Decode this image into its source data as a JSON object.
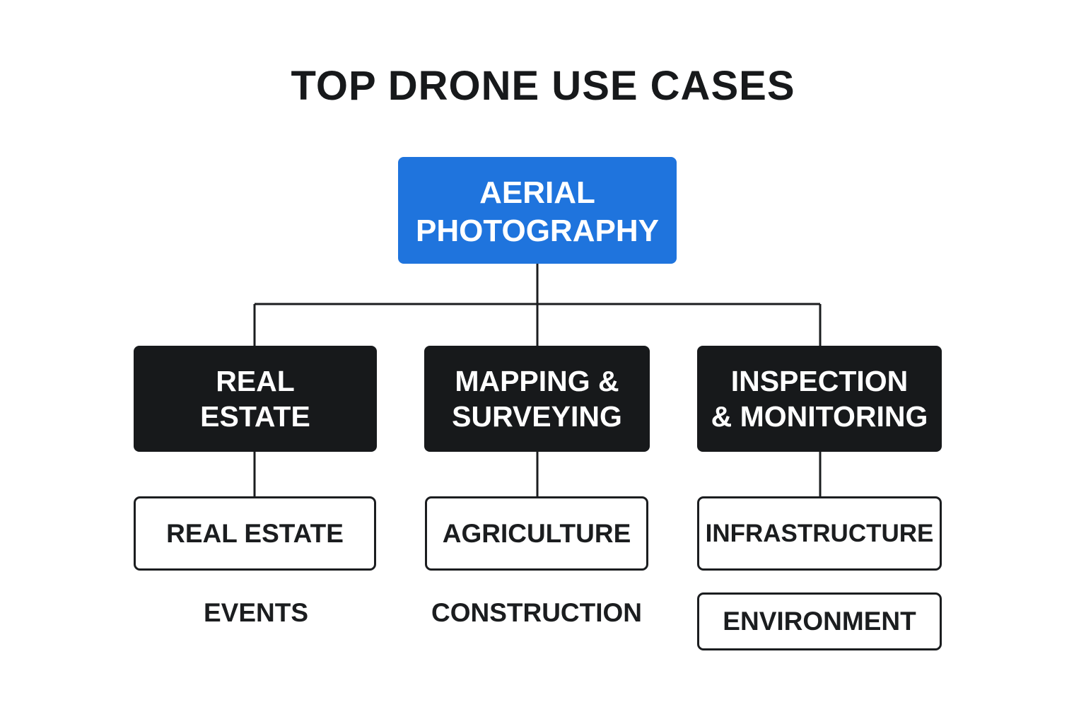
{
  "title": "TOP DRONE USE CASES",
  "colors": {
    "root_fill": "#1f74dd",
    "category_fill": "#17191b",
    "line": "#1b1d1f",
    "background": "#ffffff"
  },
  "root": {
    "label": "AERIAL\nPHOTOGRAPHY"
  },
  "categories": [
    {
      "label": "REAL\nESTATE",
      "boxed_items": [
        "REAL ESTATE"
      ],
      "plain_items": [
        "EVENTS"
      ]
    },
    {
      "label": "MAPPING &\nSURVEYING",
      "boxed_items": [
        "AGRICULTURE"
      ],
      "plain_items": [
        "CONSTRUCTION"
      ]
    },
    {
      "label": "INSPECTION\n& MONITORING",
      "boxed_items": [
        "INFRASTRUCTURE",
        "ENVIRONMENT"
      ],
      "plain_items": []
    }
  ]
}
